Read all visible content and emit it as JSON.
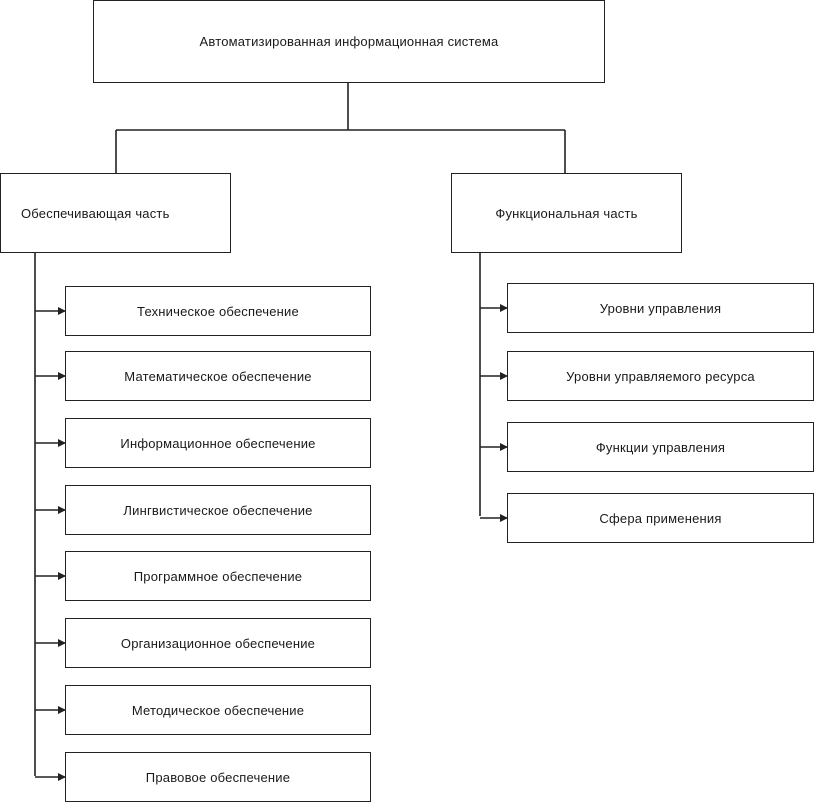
{
  "root": {
    "label": "Автоматизированная информационная система"
  },
  "left_branch": {
    "label": "Обеспечивающая часть",
    "items": [
      "Техническое обеспечение",
      "Математическое обеспечение",
      "Информационное обеспечение",
      "Лингвистическое обеспечение",
      "Программное обеспечение",
      "Организационное обеспечение",
      "Методическое обеспечение",
      "Правовое обеспечение"
    ]
  },
  "right_branch": {
    "label": "Функциональная часть",
    "items": [
      "Уровни управления",
      "Уровни управляемого ресурса",
      "Функции управления",
      "Сфера применения"
    ]
  },
  "colors": {
    "line": "#222222",
    "background": "#ffffff"
  }
}
